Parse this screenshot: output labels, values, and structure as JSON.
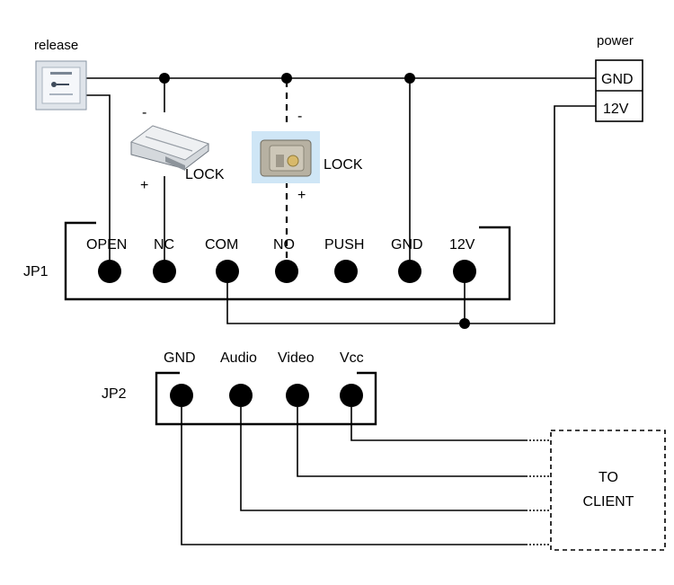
{
  "release": {
    "label": "release"
  },
  "power": {
    "label": "power",
    "gnd": "GND",
    "v12": "12V"
  },
  "lock1": {
    "label": "LOCK",
    "minus": "-",
    "plus": "+"
  },
  "lock2": {
    "label": "LOCK",
    "minus": "-",
    "plus": "+"
  },
  "jp1": {
    "label": "JP1",
    "pins": [
      "OPEN",
      "NC",
      "COM",
      "NO",
      "PUSH",
      "GND",
      "12V"
    ]
  },
  "jp2": {
    "label": "JP2",
    "pins": [
      "GND",
      "Audio",
      "Video",
      "Vcc"
    ]
  },
  "client": {
    "line1": "TO",
    "line2": "CLIENT"
  }
}
